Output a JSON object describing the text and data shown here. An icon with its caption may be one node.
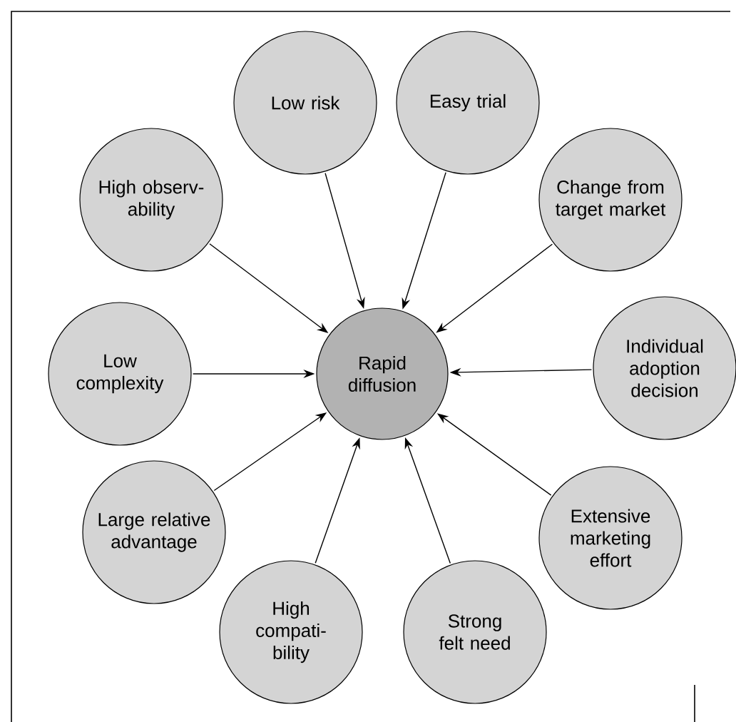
{
  "diagram": {
    "nodes": [
      {
        "text": [
          "Rapid diffusion"
        ]
      },
      {
        "text": [
          "Low risk"
        ]
      },
      {
        "text": [
          "Easy trial"
        ]
      },
      {
        "text": [
          "Change from target market"
        ]
      },
      {
        "text": [
          "Individual adoption decision"
        ]
      },
      {
        "text": [
          "Extensive marketing effort"
        ]
      },
      {
        "text": [
          "Strong felt need"
        ]
      },
      {
        "text": [
          "High compati- bility"
        ]
      },
      {
        "text": [
          "Large relative advantage"
        ]
      },
      {
        "text": [
          "Low complexity"
        ]
      },
      {
        "text": [
          "High observ- ability"
        ]
      }
    ],
    "edges": [
      {
        "from": 1,
        "to": 0,
        "arrow": "to"
      },
      {
        "from": 2,
        "to": 0,
        "arrow": "to"
      },
      {
        "from": 3,
        "to": 0,
        "arrow": "to"
      },
      {
        "from": 4,
        "to": 0,
        "arrow": "to"
      },
      {
        "from": 5,
        "to": 0,
        "arrow": "to"
      },
      {
        "from": 6,
        "to": 0,
        "arrow": "to"
      },
      {
        "from": 7,
        "to": 0,
        "arrow": "to"
      },
      {
        "from": 8,
        "to": 0,
        "arrow": "to"
      },
      {
        "from": 9,
        "to": 0,
        "arrow": "to"
      },
      {
        "from": 10,
        "to": 0,
        "arrow": "to"
      }
    ]
  }
}
